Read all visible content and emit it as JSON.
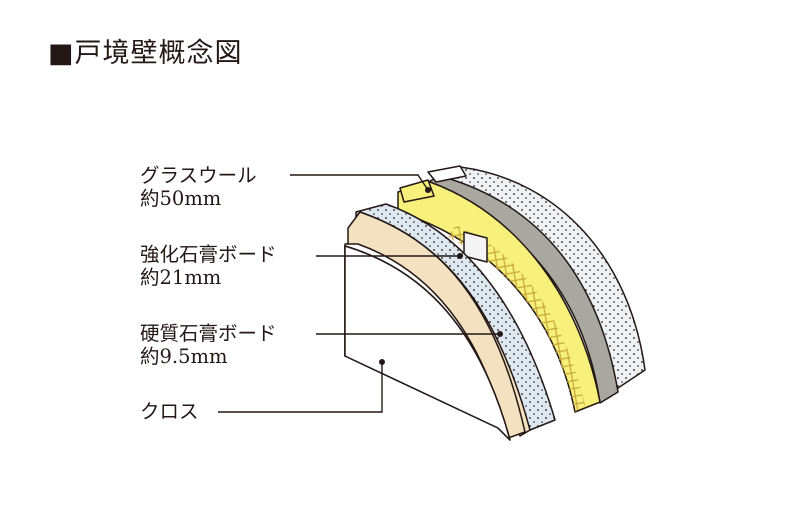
{
  "title": "■戸境壁概念図",
  "labels": [
    {
      "name": "グラスウール",
      "thickness": "約50mm"
    },
    {
      "name": "強化石膏ボード",
      "thickness": "約21mm"
    },
    {
      "name": "硬質石膏ボード",
      "thickness": "約9.5mm"
    },
    {
      "name": "クロス",
      "thickness": ""
    }
  ],
  "colors": {
    "glass_wool": "#f7f07a",
    "gypsum_board": "#f3e1c0",
    "hard_gypsum": "#dde8f1",
    "cloth": "#ffffff",
    "gray_board": "#a8a8a0",
    "line": "#231815"
  }
}
